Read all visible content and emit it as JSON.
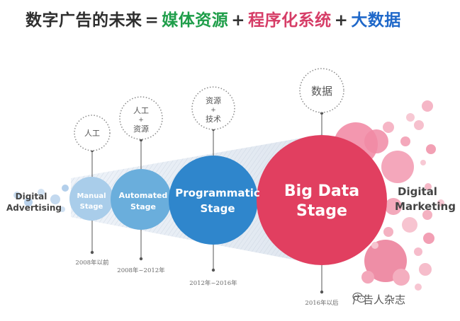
{
  "title": {
    "prefix": "数字广告的未来",
    "eq": "=",
    "part1": "媒体资源",
    "plus1": "+",
    "part2": "程序化系统",
    "plus2": "+",
    "part3": "大数据"
  },
  "colors": {
    "manual": "#a9cdea",
    "automated": "#6aaedc",
    "programmatic": "#2f86cc",
    "bigdata": "#e13f60"
  },
  "left_label": {
    "line1": "Digital",
    "line2": "Advertising"
  },
  "right_label": {
    "line1": "Digital",
    "line2": "Marketing"
  },
  "stages": [
    {
      "line1": "Manual",
      "line2": "Stage",
      "bubble": [
        "人工"
      ],
      "date": "2008年以前"
    },
    {
      "line1": "Automated",
      "line2": "Stage",
      "bubble": [
        "人工",
        "+",
        "资源"
      ],
      "date": "2008年~2012年"
    },
    {
      "line1": "Programmatic",
      "line2": "Stage",
      "bubble": [
        "资源",
        "+",
        "技术"
      ],
      "date": "2012年~2016年"
    },
    {
      "line1": "Big Data",
      "line2": "Stage",
      "bubble": [
        "数据"
      ],
      "date": "2016年以后"
    }
  ],
  "watermark": "广告人杂志"
}
